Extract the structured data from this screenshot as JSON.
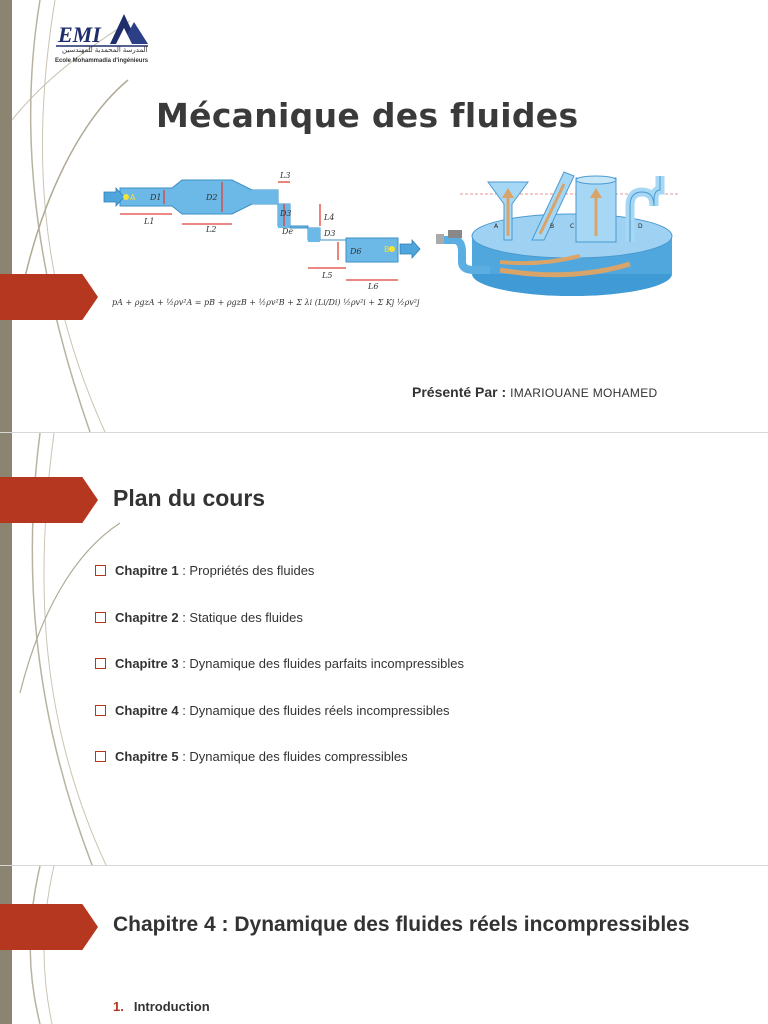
{
  "slide1": {
    "logo": {
      "text": "EMI",
      "school_ar": "المدرسة المحمدية للمهندسين",
      "school_fr": "Ecole Mohammadia d'ingénieurs"
    },
    "title": "Mécanique des fluides",
    "diagram_labels": [
      "L3",
      "D1",
      "D2",
      "D3",
      "L4",
      "De",
      "D3",
      "D6",
      "L1",
      "L2",
      "L5",
      "L6",
      "A",
      "B"
    ],
    "tank_labels": [
      "A",
      "B",
      "C",
      "D"
    ],
    "equation": "pA + ρgzA + ½ρv²A = pB + ρgzB + ½ρv²B + Σ λi (Li/Di) ½ρv²i + Σ Kj ½ρv²j",
    "presenter_label": "Présenté Par :",
    "presenter_name": "IMARIOUANE MOHAMED"
  },
  "slide2": {
    "heading": "Plan du cours",
    "chapters": [
      {
        "label": "Chapitre 1",
        "sep": " : ",
        "text": "Propriétés des fluides"
      },
      {
        "label": "Chapitre 2",
        "sep": " : ",
        "text": "Statique des fluides"
      },
      {
        "label": "Chapitre 3",
        "sep": " : ",
        "text": "Dynamique des fluides parfaits incompressibles"
      },
      {
        "label": "Chapitre 4",
        "sep": " : ",
        "text": "Dynamique des fluides réels incompressibles"
      },
      {
        "label": "Chapitre 5",
        "sep": " : ",
        "text": "Dynamique des fluides compressibles"
      }
    ]
  },
  "slide3": {
    "heading_bold": "Chapitre 4 :",
    "heading_rest": " Dynamique des fluides réels incompressibles",
    "item_number": "1.",
    "item_text": "Introduction"
  },
  "colors": {
    "accent_red": "#b5371f",
    "strip": "#8a8470",
    "water": "#6cb8e6",
    "arrow_red": "#e0403a"
  }
}
